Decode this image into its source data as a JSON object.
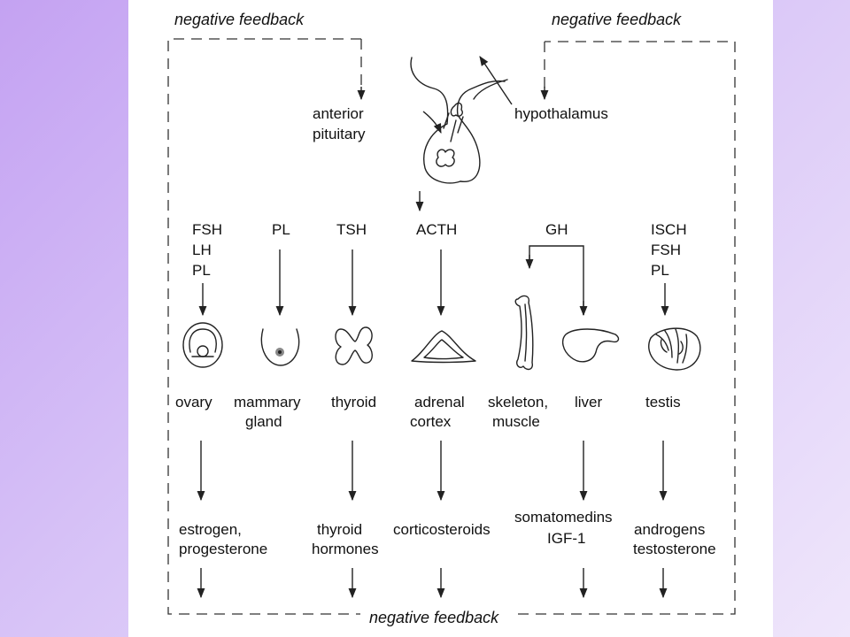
{
  "feedback": {
    "top_left": "negative feedback",
    "top_right": "negative feedback",
    "bottom": "negative feedback"
  },
  "brain": {
    "anterior_pituitary": [
      "anterior",
      "pituitary"
    ],
    "hypothalamus": "hypothalamus"
  },
  "columns": [
    {
      "id": "ovary",
      "hormones": [
        "FSH",
        "LH",
        "PL"
      ],
      "organ": [
        "ovary"
      ],
      "products": [
        "estrogen,",
        "progesterone"
      ],
      "icon": "ovary-icon"
    },
    {
      "id": "mammary",
      "hormones": [
        "PL"
      ],
      "organ": [
        "mammary",
        "gland"
      ],
      "products": [],
      "icon": "mammary-gland-icon"
    },
    {
      "id": "thyroid",
      "hormones": [
        "TSH"
      ],
      "organ": [
        "thyroid"
      ],
      "products": [
        "thyroid",
        "hormones"
      ],
      "icon": "thyroid-icon"
    },
    {
      "id": "adrenal",
      "hormones": [
        "ACTH"
      ],
      "organ": [
        "adrenal",
        "cortex"
      ],
      "products": [
        "corticosteroids"
      ],
      "icon": "adrenal-cortex-icon"
    },
    {
      "id": "skeleton",
      "hormones": [
        "GH"
      ],
      "organ": [
        "skeleton,",
        "muscle"
      ],
      "products": [],
      "icon": "bone-icon"
    },
    {
      "id": "liver",
      "hormones": [],
      "organ": [
        "liver"
      ],
      "products": [
        "somatomedins",
        "IGF-1"
      ],
      "icon": "liver-icon"
    },
    {
      "id": "testis",
      "hormones": [
        "ISCH",
        "FSH",
        "PL"
      ],
      "organ": [
        "testis"
      ],
      "products": [
        "androgens",
        "testosterone"
      ],
      "icon": "testis-icon"
    }
  ]
}
